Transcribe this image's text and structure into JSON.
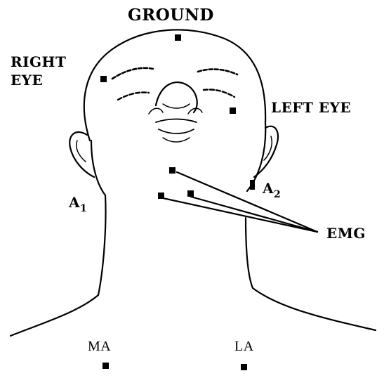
{
  "labels": {
    "ground": "GROUND",
    "right_eye_line1": "RIGHT",
    "right_eye_line2": "EYE",
    "left_eye": "LEFT EYE",
    "a1_letter": "A",
    "a1_sub": "1",
    "a2_letter": "A",
    "a2_sub": "2",
    "emg": "EMG",
    "ma": "MA",
    "la": "LA"
  },
  "colors": {
    "ink": "#000000",
    "background": "#ffffff"
  }
}
